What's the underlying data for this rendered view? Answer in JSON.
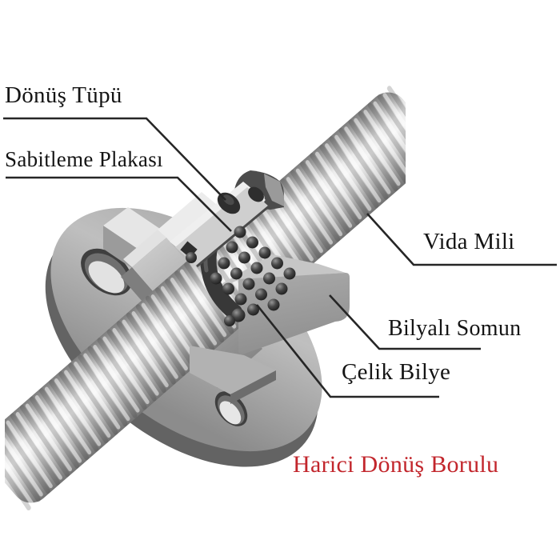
{
  "labels": {
    "donus_tupu": "Dönüş Tüpü",
    "sabitleme_plakasi": "Sabitleme Plakası",
    "vida_mili": "Vida Mili",
    "bilyali_somun": "Bilyalı Somun",
    "celik_bilye": "Çelik Bilye"
  },
  "caption": {
    "text": "Harici Dönüş Borulu",
    "color": "#c2262c"
  },
  "colors": {
    "label_text": "#141414",
    "leader_line": "#262626",
    "steel_light": "#f2f2f2",
    "steel_mid": "#a8a8a8",
    "steel_dark": "#4c4c4c",
    "background": "#ffffff"
  }
}
